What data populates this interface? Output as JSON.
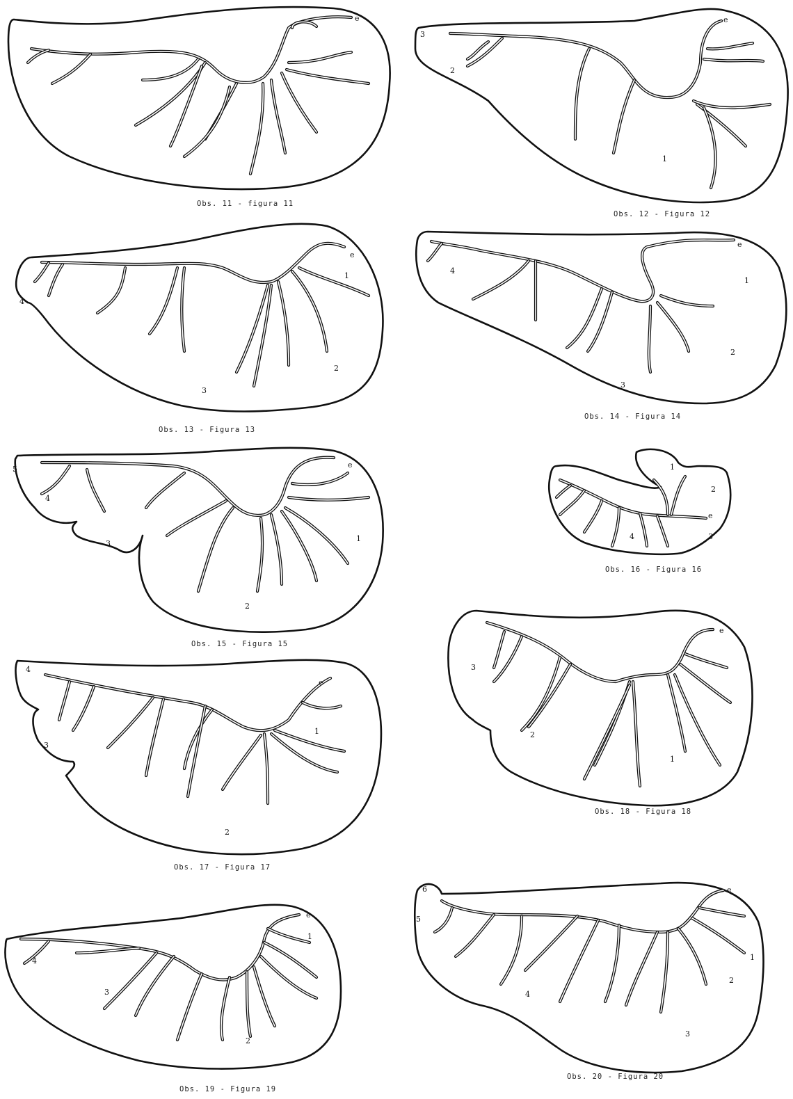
{
  "figures": [
    {
      "id": "f11",
      "caption": "Obs. 11 - figura 11",
      "labels": [
        "e"
      ]
    },
    {
      "id": "f12",
      "caption": "Obs. 12 - Figura 12",
      "labels": [
        "e",
        "3",
        "2",
        "1"
      ]
    },
    {
      "id": "f13",
      "caption": "Obs. 13 - Figura 13",
      "labels": [
        "e",
        "1",
        "4",
        "2",
        "3"
      ]
    },
    {
      "id": "f14",
      "caption": "Obs. 14 - Figura 14",
      "labels": [
        "e",
        "4",
        "1",
        "2",
        "3"
      ]
    },
    {
      "id": "f15",
      "caption": "Obs. 15 - Figura 15",
      "labels": [
        "5",
        "e",
        "4",
        "3",
        "1",
        "2"
      ]
    },
    {
      "id": "f16",
      "caption": "Obs. 16 - Figura 16",
      "labels": [
        "1",
        "2",
        "e",
        "4",
        "3"
      ]
    },
    {
      "id": "f17",
      "caption": "Obs. 17 - Figura 17",
      "labels": [
        "4",
        "e",
        "1",
        "3",
        "2"
      ]
    },
    {
      "id": "f18",
      "caption": "Obs. 18 - Figura 18",
      "labels": [
        "e",
        "3",
        "2",
        "1"
      ]
    },
    {
      "id": "f19",
      "caption": "Obs. 19 - Figura 19",
      "labels": [
        "e",
        "1",
        "4",
        "3",
        "2"
      ]
    },
    {
      "id": "f20",
      "caption": "Obs. 20 - Figura 20",
      "labels": [
        "6",
        "e",
        "5",
        "1",
        "2",
        "4",
        "3"
      ]
    }
  ],
  "colors": {
    "ink": "#111111",
    "paper": "#ffffff"
  }
}
